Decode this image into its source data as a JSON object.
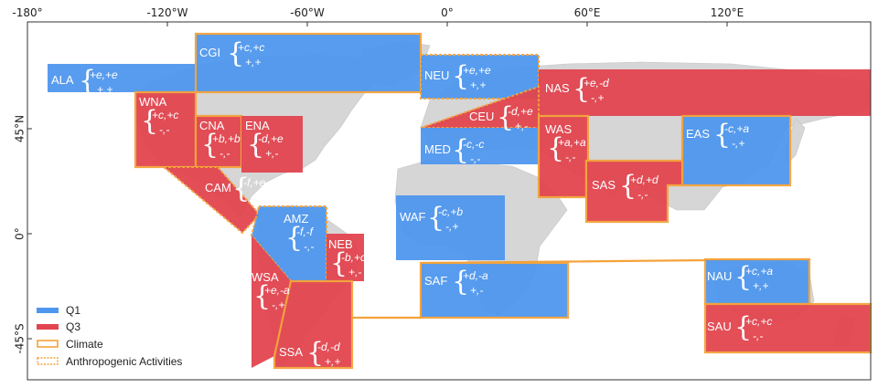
{
  "colors": {
    "q1": "#4f97ee",
    "q3": "#e2454f",
    "climate": "#f4a23a",
    "anthropogenic": "#f4a23a",
    "land": "#d6d6d6",
    "frame": "#333333"
  },
  "axes": {
    "x_ticks": [
      "-180°",
      "-120°W",
      "-60°W",
      "0°",
      "60°E",
      "120°E"
    ],
    "y_ticks": [
      "45°N",
      "0°",
      "-45°S"
    ]
  },
  "regions": [
    {
      "code": "ALA",
      "quantile": "Q1",
      "line1": "+e,+e",
      "line2": "+,+"
    },
    {
      "code": "CGI",
      "quantile": "Q1",
      "line1": "+c,+c",
      "line2": "+,+"
    },
    {
      "code": "NEU",
      "quantile": "Q1",
      "line1": "+e,+e",
      "line2": "+,+"
    },
    {
      "code": "NAS",
      "quantile": "Q3",
      "line1": "+e,-d",
      "line2": "-,+"
    },
    {
      "code": "WNA",
      "quantile": "Q3",
      "line1": "+c,+c",
      "line2": "-,-"
    },
    {
      "code": "CNA",
      "quantile": "Q3",
      "line1": "+b,+b",
      "line2": "-,-"
    },
    {
      "code": "ENA",
      "quantile": "Q3",
      "line1": "-d,+e",
      "line2": "+,-"
    },
    {
      "code": "CEU",
      "quantile": "Q3",
      "line1": "-d,+e",
      "line2": "+,-"
    },
    {
      "code": "MED",
      "quantile": "Q1",
      "line1": "-c,-c",
      "line2": "-,-"
    },
    {
      "code": "WAS",
      "quantile": "Q3",
      "line1": "+a,+a",
      "line2": "-,-"
    },
    {
      "code": "EAS",
      "quantile": "Q1",
      "line1": "-c,+a",
      "line2": "-,+"
    },
    {
      "code": "SAS",
      "quantile": "Q3",
      "line1": "+d,+d",
      "line2": "-,-"
    },
    {
      "code": "CAM",
      "quantile": "Q3",
      "line1": "-f,+e",
      "line2": "+,-"
    },
    {
      "code": "AMZ",
      "quantile": "Q1",
      "line1": "-f,-f",
      "line2": "-,-"
    },
    {
      "code": "NEB",
      "quantile": "Q3",
      "line1": "-b,+c",
      "line2": "+,-"
    },
    {
      "code": "WAF",
      "quantile": "Q1",
      "line1": "-c,+b",
      "line2": "-,+"
    },
    {
      "code": "SAF",
      "quantile": "Q1",
      "line1": "+d,-a",
      "line2": "+,-"
    },
    {
      "code": "WSA",
      "quantile": "Q3",
      "line1": "+e,-a",
      "line2": "-,+"
    },
    {
      "code": "SSA",
      "quantile": "Q3",
      "line1": "-d,-d",
      "line2": "+,+"
    },
    {
      "code": "NAU",
      "quantile": "Q1",
      "line1": "+c,+a",
      "line2": "+,+"
    },
    {
      "code": "SAU",
      "quantile": "Q3",
      "line1": "+c,+c",
      "line2": "-,-"
    }
  ],
  "legend": {
    "items": [
      {
        "label": "Q1",
        "kind": "fill",
        "color": "#4f97ee"
      },
      {
        "label": "Q3",
        "kind": "fill",
        "color": "#e2454f"
      },
      {
        "label": "Climate",
        "kind": "solid-outline",
        "color": "#f4a23a"
      },
      {
        "label": "Anthropogenic Activities",
        "kind": "dotted-outline",
        "color": "#f4a23a"
      }
    ]
  }
}
